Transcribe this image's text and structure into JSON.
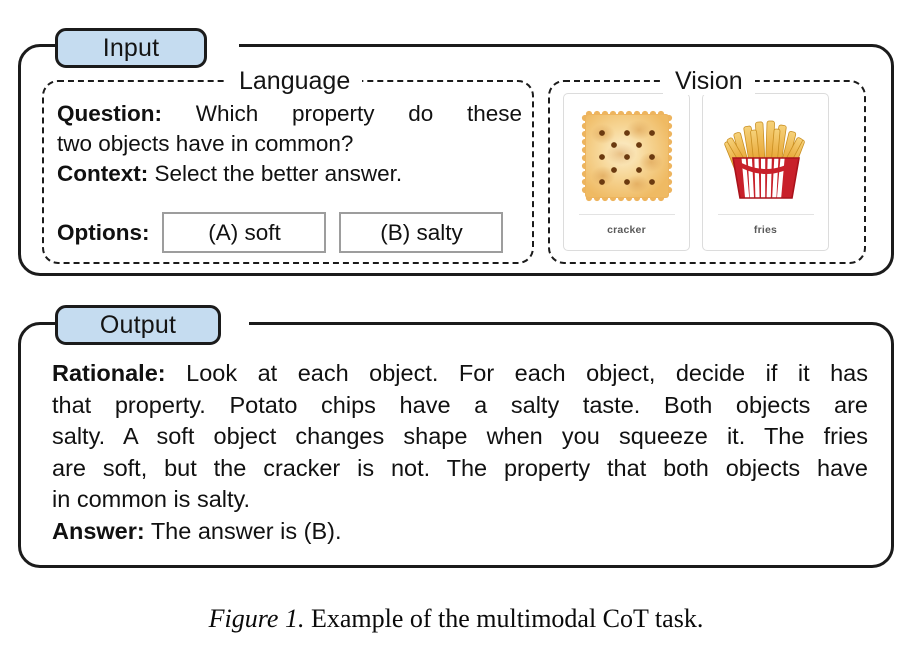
{
  "figure": {
    "caption_number": "Figure 1.",
    "caption_text": "Example of the multimodal CoT task."
  },
  "input_panel": {
    "tab_label": "Input",
    "language": {
      "section_title": "Language",
      "question_label": "Question:",
      "question_text": "Which property do these two objects have in common?",
      "question_line1": "Which property do these",
      "question_line2": "two objects have in common?",
      "context_label": "Context:",
      "context_text": "Select the better answer.",
      "options_label": "Options:",
      "options": [
        {
          "id": "A",
          "label": "(A) soft"
        },
        {
          "id": "B",
          "label": "(B) salty"
        }
      ]
    },
    "vision": {
      "section_title": "Vision",
      "images": [
        {
          "caption": "cracker",
          "icon": "cracker-icon"
        },
        {
          "caption": "fries",
          "icon": "fries-icon"
        }
      ]
    }
  },
  "output_panel": {
    "tab_label": "Output",
    "rationale_label": "Rationale:",
    "rationale_text": "Look at each object. For each object, decide if it has that property. Potato chips have a salty taste. Both objects are salty. A soft object changes shape when you squeeze it. The fries are soft, but the cracker is not. The property that both objects have in common is salty.",
    "rationale_line1": "Look at each object. For each object, decide if it has",
    "rationale_line2": "that property. Potato chips have a salty taste. Both objects are",
    "rationale_line3": "salty. A soft object changes shape when you squeeze it. The fries",
    "rationale_line4": "are soft, but the cracker is not. The property that both objects have",
    "rationale_line5": "in common is salty.",
    "answer_label": "Answer:",
    "answer_text": "The answer is (B)."
  },
  "colors": {
    "tab_background": "#c5dcf0",
    "panel_border": "#1b1b1b",
    "option_border": "#9d9d9d",
    "cracker_body": "#f3c77a",
    "cracker_dot": "#6b3a10",
    "fries_box_red": "#c8202a",
    "fries_potato": "#e8a93b"
  }
}
